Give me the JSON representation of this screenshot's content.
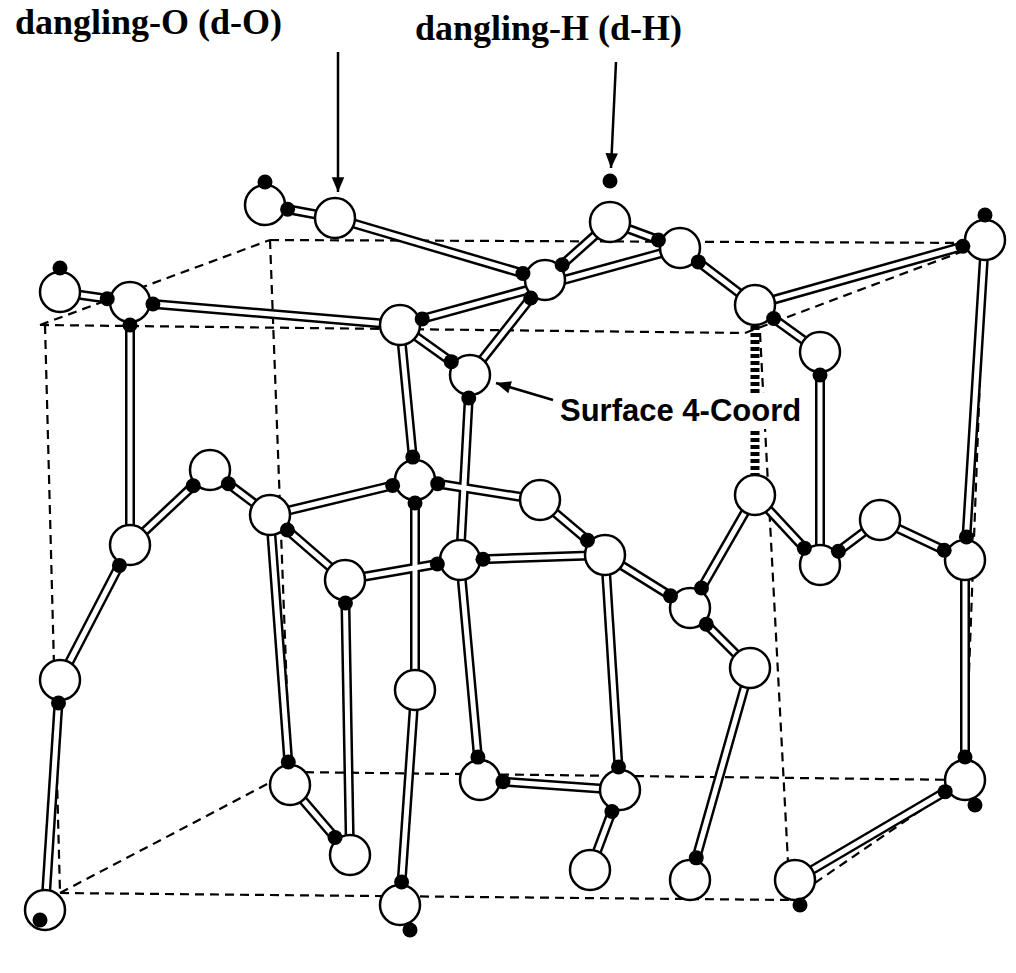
{
  "diagram": {
    "labels": [
      "dangling-O (d-O)",
      "dangling-H (d-H)",
      "Surface 4-Coord"
    ]
  }
}
